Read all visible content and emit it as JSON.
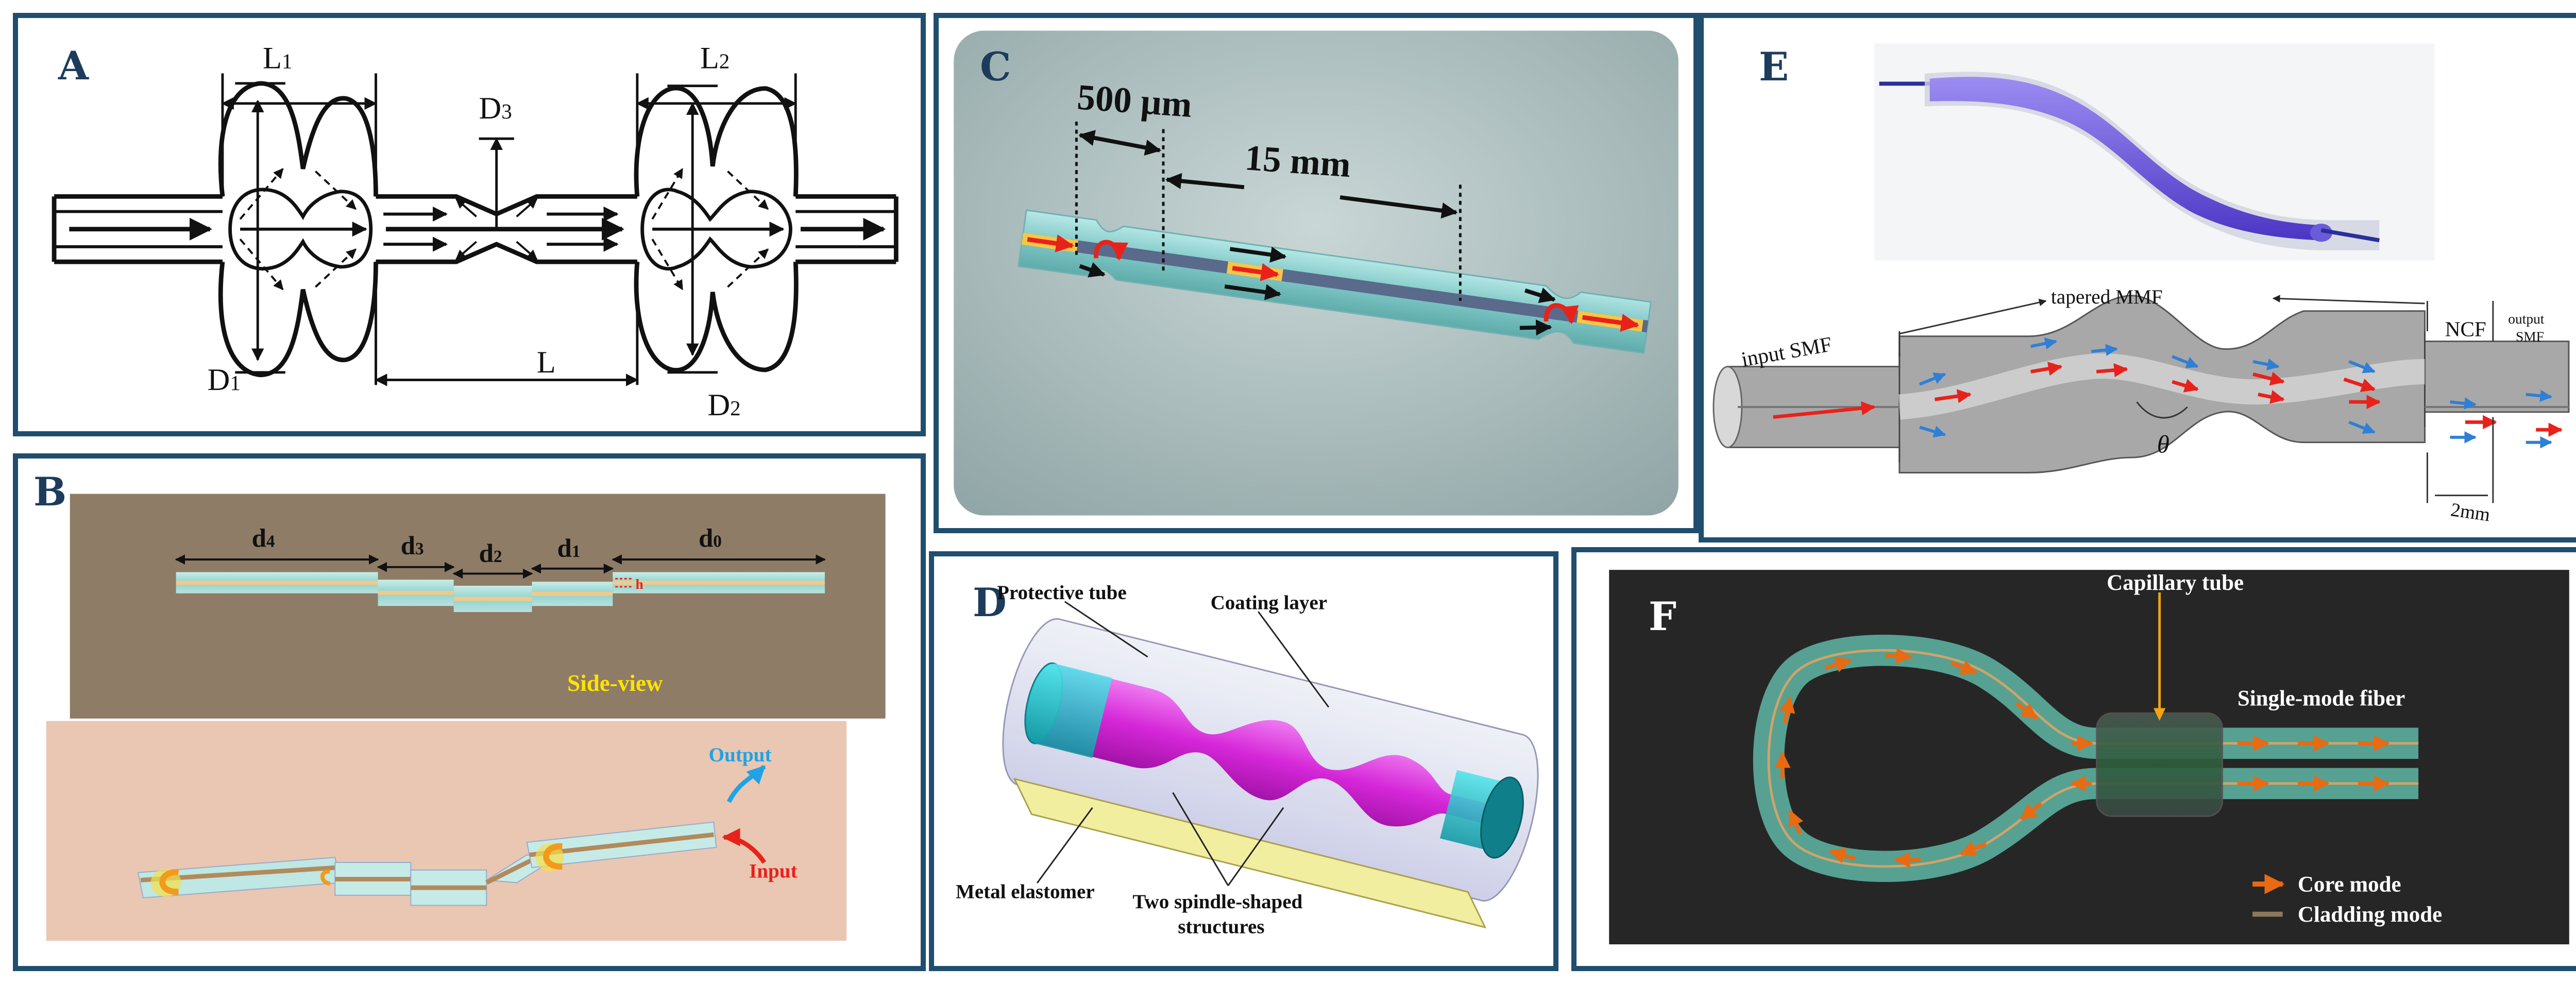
{
  "panel_a": {
    "letter": "A",
    "l1": "L",
    "l1_sub": "1",
    "l2": "L",
    "l2_sub": "2",
    "d3": "D",
    "d3_sub": "3",
    "d1": "D",
    "d1_sub": "1",
    "d2": "D",
    "d2_sub": "2",
    "l": "L"
  },
  "panel_b": {
    "letter": "B",
    "d4": "d",
    "d4_sub": "4",
    "d3": "d",
    "d3_sub": "3",
    "d2": "d",
    "d2_sub": "2",
    "d1": "d",
    "d1_sub": "1",
    "d0": "d",
    "d0_sub": "0",
    "h": "h",
    "side_view": "Side-view",
    "output": "Output",
    "input": "Input"
  },
  "panel_c": {
    "letter": "C",
    "dim_500": "500 µm",
    "dim_15": "15 mm"
  },
  "panel_d": {
    "letter": "D",
    "protective_tube": "Protective tube",
    "coating_layer": "Coating layer",
    "metal_elastomer": "Metal elastomer",
    "spindle_line1": "Two spindle-shaped",
    "spindle_line2": "structures"
  },
  "panel_e": {
    "letter": "E",
    "tapered_mmf": "tapered MMF",
    "input_smf": "input SMF",
    "ncf": "NCF",
    "output_smf_line1": "output",
    "output_smf_line2": "SMF",
    "theta": "θ",
    "dim_2mm": "2mm"
  },
  "panel_f": {
    "letter": "F",
    "capillary_tube": "Capillary tube",
    "single_mode_fiber": "Single-mode fiber",
    "core_mode": "Core mode",
    "cladding_mode": "Cladding mode"
  },
  "colors": {
    "frame": "#1f4e6e",
    "arrow_red": "#e8221b",
    "arrow_blue": "#2f7fd6",
    "fiber_teal": "#7fd4cf",
    "magenta": "#d526d8",
    "capillary_gold": "#f5a313"
  }
}
